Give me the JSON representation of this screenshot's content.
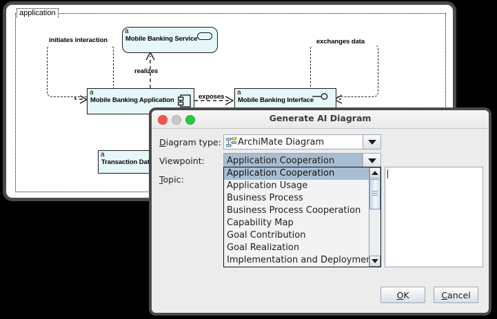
{
  "editor": {
    "group_label": "application",
    "elements": [
      {
        "stereotype": "a",
        "name": "Mobile Banking Service",
        "icon": "application-service-icon"
      },
      {
        "stereotype": "a",
        "name": "Mobile Banking Application",
        "icon": "application-component-icon"
      },
      {
        "stereotype": "a",
        "name": "Mobile Banking Interface",
        "icon": "application-interface-icon"
      },
      {
        "stereotype": "a",
        "name": "Transaction Data",
        "icon": "data-object-icon"
      }
    ],
    "relations": [
      {
        "label": "initiates interaction"
      },
      {
        "label": "realizes"
      },
      {
        "label": "exposes"
      },
      {
        "label": "exchanges data"
      }
    ]
  },
  "dialog": {
    "title": "Generate AI Diagram",
    "traffic_lights": [
      "close-dot",
      "minimize-dot",
      "maximize-dot"
    ],
    "fields": {
      "diagram_type_label": "Diagram type:",
      "diagram_type_value": "ArchiMate Diagram",
      "diagram_type_icon": "archimate-diagram-icon",
      "viewpoint_label": "Viewpoint:",
      "viewpoint_value": "Application Cooperation",
      "topic_label": "Topic:",
      "topic_value": "",
      "topic_placeholder": ""
    },
    "viewpoint_options": [
      "Application Cooperation",
      "Application Usage",
      "Business Process",
      "Business Process Cooperation",
      "Capability Map",
      "Goal Contribution",
      "Goal Realization",
      "Implementation and Deployment"
    ],
    "selected_option_index": 0,
    "buttons": {
      "ok": "OK",
      "cancel": "Cancel"
    },
    "colors": {
      "selection": "#a8bdd2",
      "dialog_bg": "#ececec",
      "element_fill": "#e6f7f9",
      "window_border": "#4a4a4a"
    }
  }
}
